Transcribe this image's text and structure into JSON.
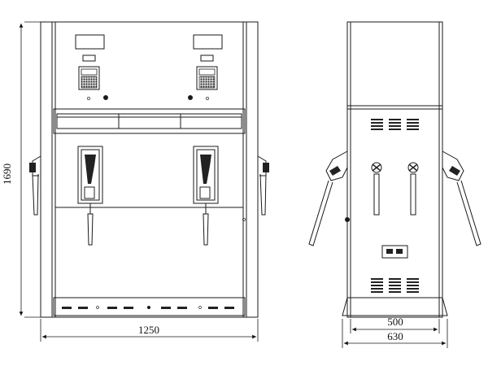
{
  "dimensions": {
    "height": "1690",
    "front_width": "1250",
    "side_inner_width": "500",
    "side_outer_width": "630"
  }
}
